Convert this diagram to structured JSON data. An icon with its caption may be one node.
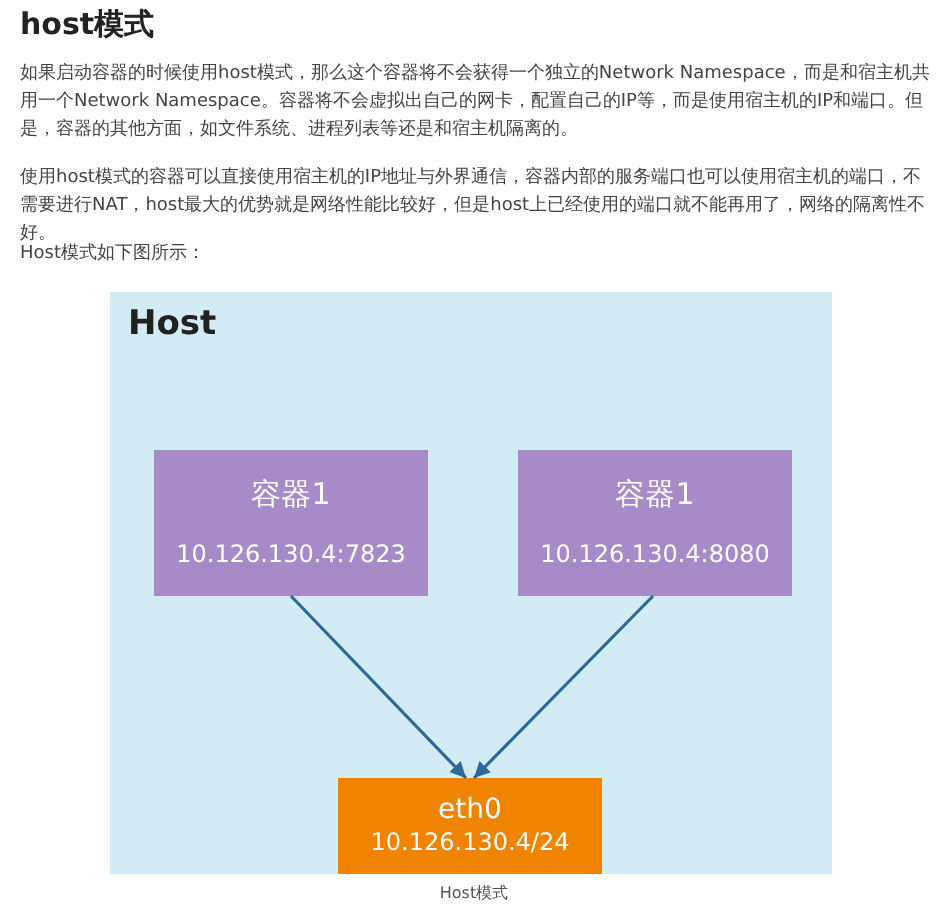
{
  "diagram": {
    "title": "host模式",
    "nodes": [
      {
        "text": [
          "Host"
        ]
      },
      {
        "text": [
          "容器1",
          "10.126.130.4:7823"
        ],
        "in": 0
      },
      {
        "text": [
          "容器1",
          "10.126.130.4:8080"
        ],
        "in": 0
      },
      {
        "text": [
          "eth0",
          "10.126.130.4/24"
        ],
        "in": 0
      }
    ],
    "edges": [
      {
        "from": 1,
        "to": 3,
        "arrow": "to"
      },
      {
        "from": 2,
        "to": 3,
        "arrow": "to"
      }
    ],
    "labels": [
      "如果启动容器的时候使用host模式，那么这个容器将不会获得一个独立的Network Namespace，而是和宿主机共用一个Network Namespace。容器将不会虚拟出自己的网卡，配置自己的IP等，而是使用宿主机的IP和端口。但是，容器的其他方面，如文件系统、进程列表等还是和宿主机隔离的。",
      "使用host模式的容器可以直接使用宿主机的IP地址与外界通信，容器内部的服务端口也可以使用宿主机的端口，不需要进行NAT，host最大的优势就是网络性能比较好，但是host上已经使用的端口就不能再用了，网络的隔离性不好。",
      "Host模式如下图所示："
    ],
    "caption": "Host模式"
  }
}
